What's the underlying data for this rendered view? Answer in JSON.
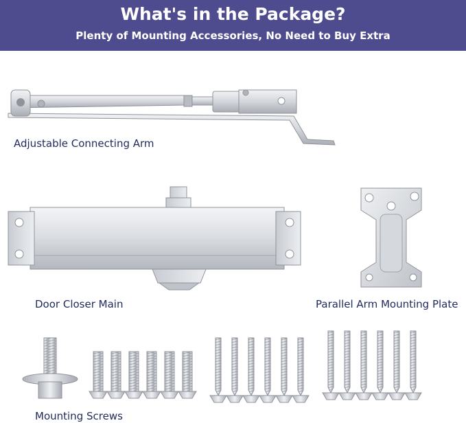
{
  "banner": {
    "title": "What's in the Package?",
    "subtitle": "Plenty of Mounting Accessories, No Need to Buy Extra"
  },
  "items": {
    "arm_label": "Adjustable Connecting Arm",
    "closer_label": "Door Closer Main",
    "plate_label": "Parallel Arm Mounting Plate",
    "screws_label": "Mounting Screws"
  },
  "colors": {
    "banner": "#4f4b8f",
    "label_text": "#1f2a5c",
    "metal_light": "#e4e6ea",
    "metal_mid": "#c9ccd2",
    "metal_dark": "#9a9ea6"
  }
}
